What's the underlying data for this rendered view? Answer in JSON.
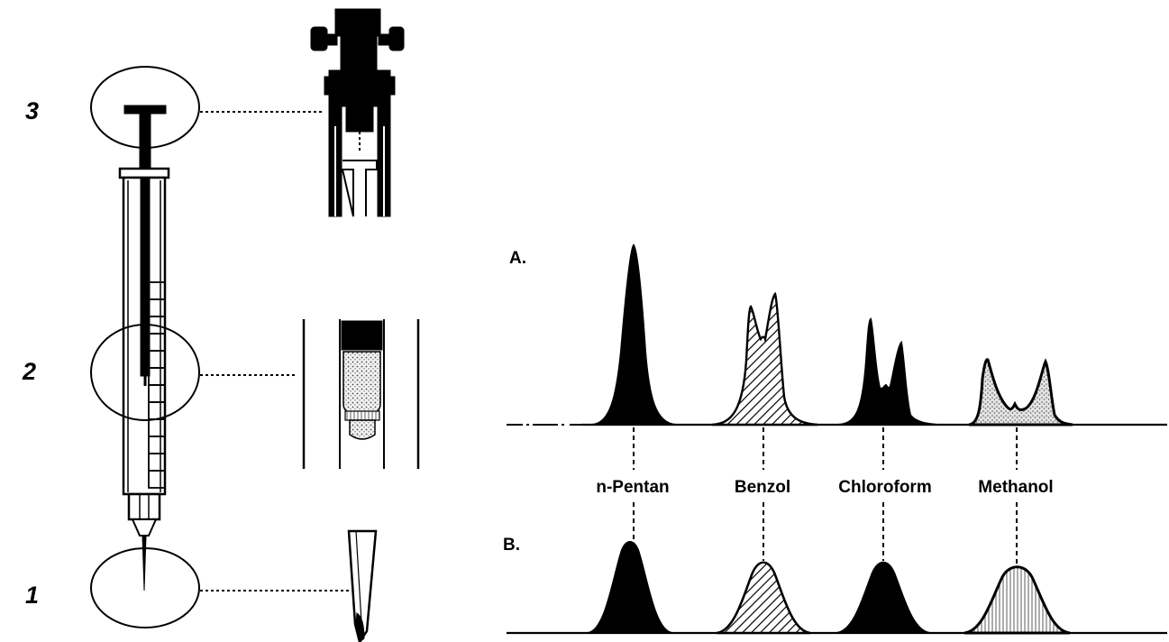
{
  "diagram": {
    "callout_numbers": [
      "3",
      "2",
      "1"
    ],
    "row_labels": {
      "a": "A.",
      "b": "B."
    },
    "compounds": [
      "n-Pentan",
      "Benzol",
      "Chloroform",
      "Methanol"
    ]
  },
  "colors": {
    "ink": "#000000",
    "background": "#ffffff"
  }
}
